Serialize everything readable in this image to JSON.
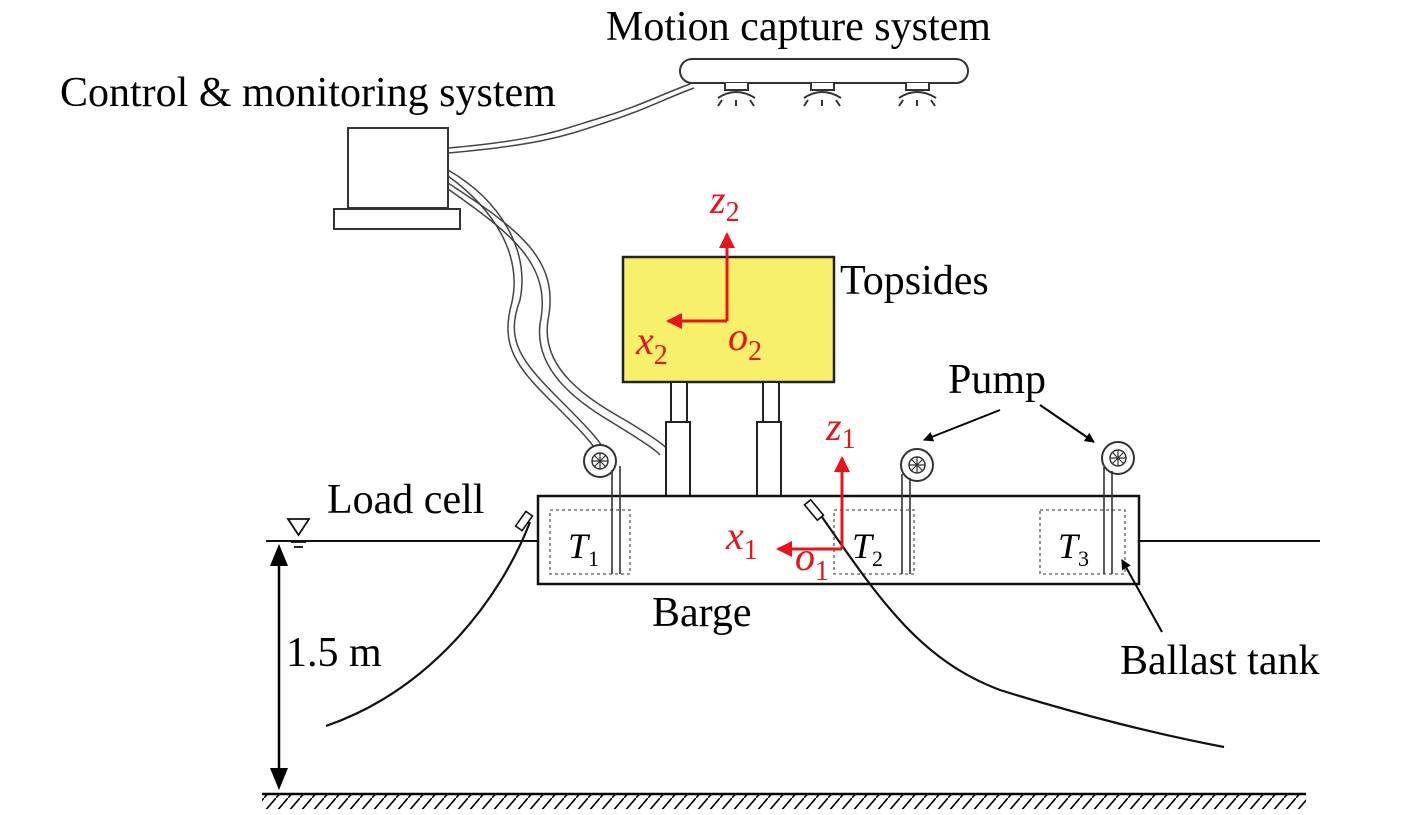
{
  "labels": {
    "motion_capture": "Motion capture system",
    "control_monitoring": "Control & monitoring system",
    "topsides": "Topsides",
    "pump": "Pump",
    "load_cell": "Load cell",
    "barge": "Barge",
    "ballast_tank": "Ballast tank",
    "depth": "1.5 m"
  },
  "axes": {
    "topsides": {
      "z": "z",
      "z_sub": "2",
      "x": "x",
      "x_sub": "2",
      "o": "o",
      "o_sub": "2"
    },
    "barge": {
      "z": "z",
      "z_sub": "1",
      "x": "x",
      "x_sub": "1",
      "o": "o",
      "o_sub": "1"
    }
  },
  "tanks": [
    {
      "t": "T",
      "sub": "1"
    },
    {
      "t": "T",
      "sub": "2"
    },
    {
      "t": "T",
      "sub": "3"
    }
  ],
  "colors": {
    "topsides_fill": "#f7f06a",
    "axis_red": "#e8141b"
  },
  "icons": [
    "camera-icon",
    "computer-monitor-icon",
    "pump-icon",
    "water-level-icon",
    "seabed-hatch"
  ]
}
